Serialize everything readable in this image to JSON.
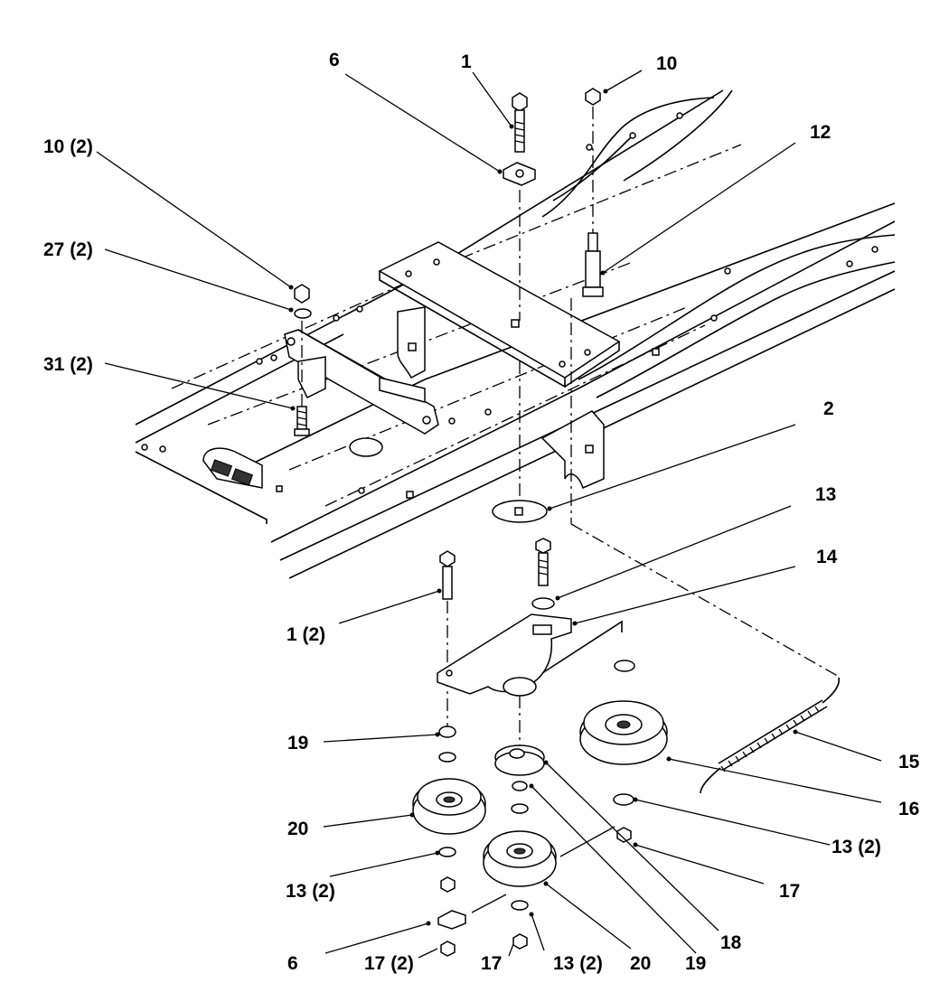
{
  "callouts": {
    "c6_top": "6",
    "c1_top": "1",
    "c10_top": "10",
    "c10x2": "10 (2)",
    "c12": "12",
    "c27x2": "27 (2)",
    "c31x2": "31 (2)",
    "c2": "2",
    "c13": "13",
    "c14": "14",
    "c1x2": "1 (2)",
    "c19_left": "19",
    "c15": "15",
    "c16": "16",
    "c20_left": "20",
    "c13x2_right": "13 (2)",
    "c13x2_left": "13 (2)",
    "c17_right": "17",
    "c18": "18",
    "c6_bottom": "6",
    "c17x2": "17 (2)",
    "c17_bottom": "17",
    "c13x2_bottom": "13 (2)",
    "c20_bottom": "20",
    "c19_bottom": "19"
  }
}
